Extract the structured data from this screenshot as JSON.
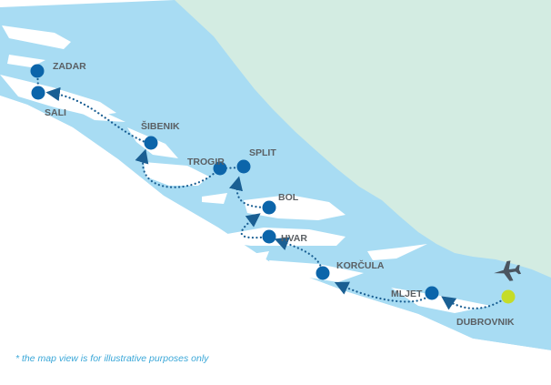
{
  "colors": {
    "sea": "#a8dcf3",
    "land": "#d3ece2",
    "island": "#ffffff",
    "route": "#1a5f93",
    "stop": "#0c65aa",
    "start": "#c5dc28",
    "label": "#5a5f63",
    "note": "#3aa7d8"
  },
  "icons": {
    "start": "airplane-icon"
  },
  "stops": [
    {
      "id": "zadar",
      "name": "ZADAR"
    },
    {
      "id": "sali",
      "name": "SALI"
    },
    {
      "id": "sibenik",
      "name": "ŠIBENIK"
    },
    {
      "id": "trogir",
      "name": "TROGIR"
    },
    {
      "id": "split",
      "name": "SPLIT"
    },
    {
      "id": "bol",
      "name": "BOL"
    },
    {
      "id": "hvar",
      "name": "HVAR"
    },
    {
      "id": "korcula",
      "name": "KORČULA"
    },
    {
      "id": "mljet",
      "name": "MLJET"
    },
    {
      "id": "dubrovnik",
      "name": "DUBROVNIK"
    }
  ],
  "disclaimer": "* the map view is for illustrative purposes only"
}
